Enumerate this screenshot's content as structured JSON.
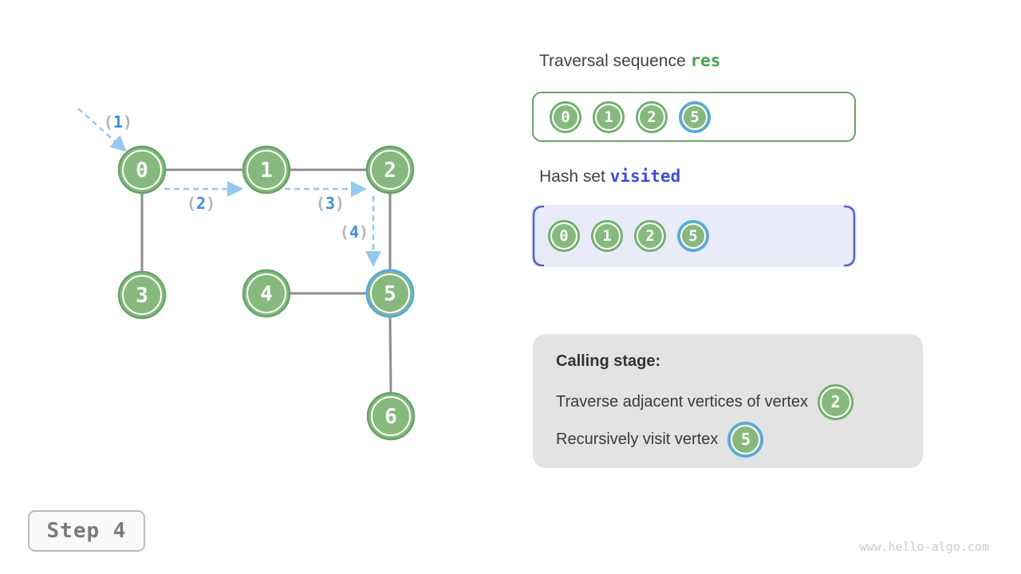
{
  "graph": {
    "paren_open": "(",
    "paren_close": ")",
    "nodes": [
      {
        "label": "0"
      },
      {
        "label": "1"
      },
      {
        "label": "2"
      },
      {
        "label": "3"
      },
      {
        "label": "4"
      },
      {
        "label": "5"
      },
      {
        "label": "6"
      }
    ],
    "arrow_labels": [
      {
        "number": "1"
      },
      {
        "number": "2"
      },
      {
        "number": "3"
      },
      {
        "number": "4"
      }
    ]
  },
  "traversal_panel": {
    "title_prefix": "Traversal sequence",
    "title_code": "res",
    "items": [
      "0",
      "1",
      "2",
      "5"
    ]
  },
  "visited_panel": {
    "title_prefix": "Hash set",
    "title_code": "visited",
    "items": [
      "0",
      "1",
      "2",
      "5"
    ]
  },
  "calling_stage": {
    "heading": "Calling stage:",
    "line1_text": "Traverse adjacent vertices of vertex",
    "line1_vertex": "2",
    "line2_text": "Recursively visit vertex",
    "line2_vertex": "5"
  },
  "step_badge": "Step 4",
  "watermark": "www.hello-algo.com",
  "colors": {
    "node_green_fill": "#87b97e",
    "node_green_border": "#64a466",
    "highlight_blue": "#54a8ea",
    "edge_gray": "#8e8e8e",
    "dashed_arrow_blue": "#94c9f0",
    "arrow_label_blue": "#3d8de2",
    "res_code_green": "#48a14d",
    "visited_code_blue": "#3b4fd8",
    "visited_box_bg": "#e9ecf8",
    "visited_bracket_blue": "#5262cc",
    "calling_box_bg": "#e3e3e3"
  }
}
